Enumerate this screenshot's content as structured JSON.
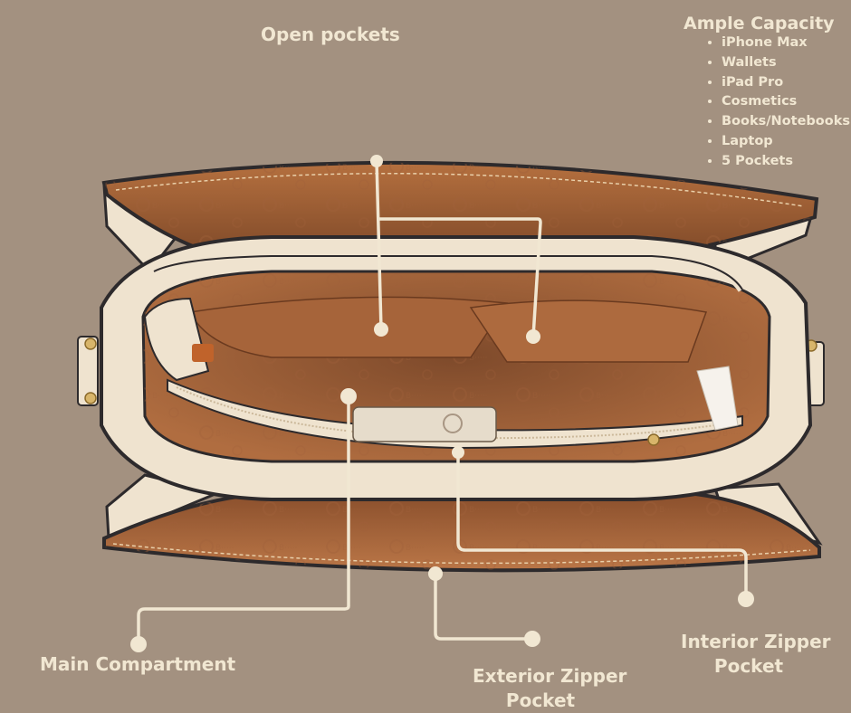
{
  "labels": {
    "open_pockets": "Open pockets",
    "main_compartment": "Main Compartment",
    "exterior_zipper_line1": "Exterior Zipper",
    "exterior_zipper_line2": "Pocket",
    "interior_zipper_line1": "Interior Zipper",
    "interior_zipper_line2": "Pocket"
  },
  "capacity": {
    "title": "Ample Capacity",
    "items": [
      "iPhone Max",
      "Wallets",
      "iPad Pro",
      "Cosmetics",
      "Books/Notebooks",
      "Laptop",
      "5 Pockets"
    ]
  },
  "colors": {
    "background": "#a39180",
    "callout": "#f1e7d2",
    "bag_cream": "#efe3cf",
    "lining": "#b66f3f",
    "lining_dark": "#8f5230",
    "trim": "#2d2a2c"
  },
  "icons": [
    "callout-dot-icon"
  ]
}
